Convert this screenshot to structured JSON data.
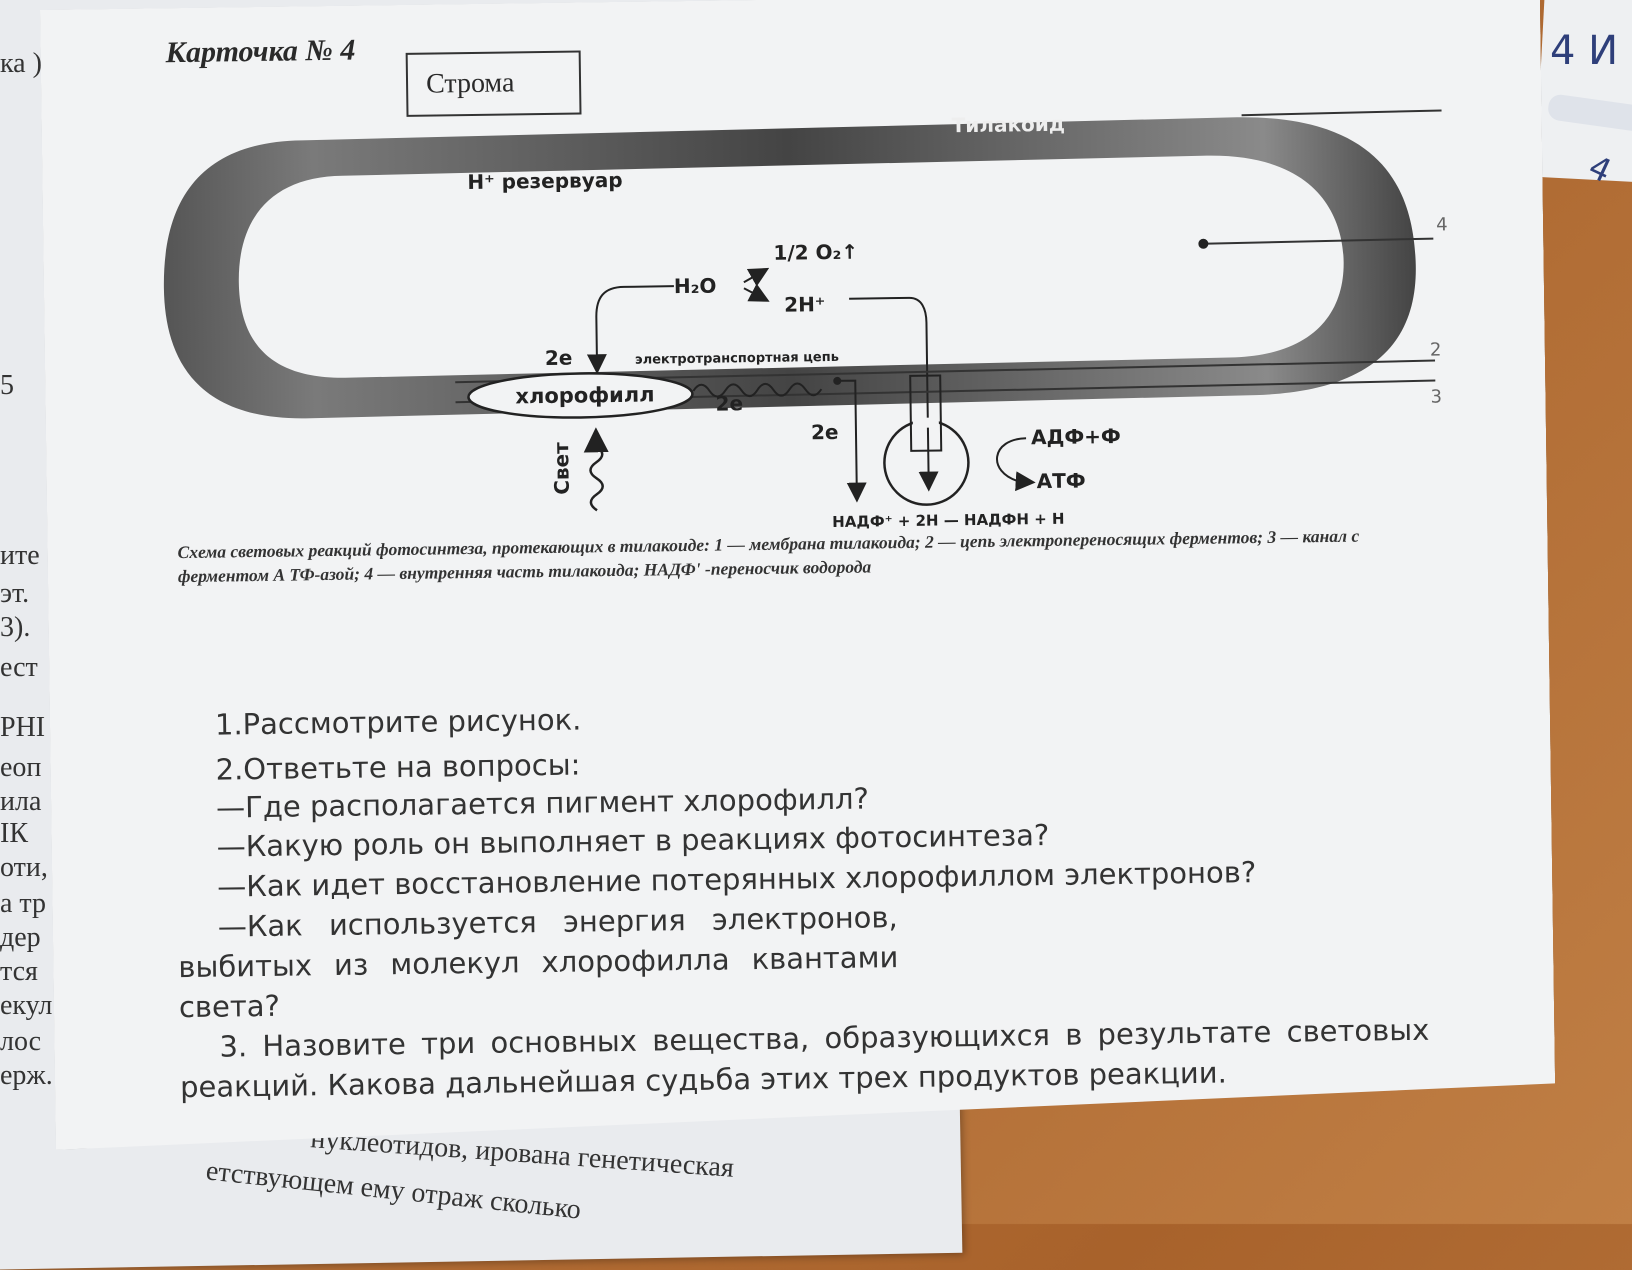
{
  "left_page_edge": [
    "ка )",
    "5",
    "ите",
    "эт.",
    "3).",
    "ест",
    "РНІ",
    "еоп",
    "ила",
    "ІК",
    "оти,",
    "а тр",
    "дер",
    "тся",
    "екул",
    "лос",
    "ерж."
  ],
  "bottom_page_lines": [
    "нуклеотидов, ирована генетическая",
    "етствующем ему отраж сколько"
  ],
  "right_sheet_scribble": [
    "4 И",
    "4"
  ],
  "card": {
    "title": "Карточка № 4",
    "stroma_label": "Строма"
  },
  "diagram": {
    "thylakoid_label": "Тилакоид",
    "reservoir_label": "Н⁺ резервуар",
    "oxygen_label": "1/2 O₂↑",
    "water_label": "H₂O",
    "protons_label": "2H⁺",
    "electrons_top": "2e",
    "chain_label": "электротранспортная цепь",
    "chlorophyll_label": "хлорофилл",
    "electrons_mid": "2e",
    "electrons_down": "2e",
    "light_label": "Свет",
    "adp_label": "АДФ+Ф",
    "atp_label": "АТФ",
    "nadp_label": "НАДФ⁺ + 2Н — НАДФН + Н",
    "markers": [
      "4",
      "2",
      "3"
    ]
  },
  "caption": "Схема световых реакций фотосинтеза, протекающих в тилакоиде: 1 — мембрана тилакоида; 2 — цепь электропереносящих ферментов; 3 — канал с ферментом А ТФ-азой; 4 — внутренняя часть тилакоида; НАДФ' -переносчик водорода",
  "questions": {
    "q1": "1.Рассмотрите рисунок.",
    "q2": "2.Ответьте на вопросы:",
    "q2a": "—Где располагается пигмент хлорофилл?",
    "q2b": "—Какую роль он выполняет в реакциях фотосинтеза?",
    "q2c": "—Как идет восстановление потерянных хлорофиллом электронов?",
    "q2d_words": [
      "—Как",
      "используется",
      "энергия",
      "электронов,"
    ],
    "q2d_line2_words": [
      "выбитых",
      "из",
      "молекул",
      "хлорофилла",
      "квантами"
    ],
    "q2d_line3": "света?",
    "q3_words": [
      "3.",
      "Назовите",
      "три",
      "основных",
      "вещества,",
      "образующихся",
      "в",
      "результате",
      "световых"
    ],
    "q3_line2": "реакций. Какова дальнейшая судьба этих трех продуктов реакции."
  }
}
